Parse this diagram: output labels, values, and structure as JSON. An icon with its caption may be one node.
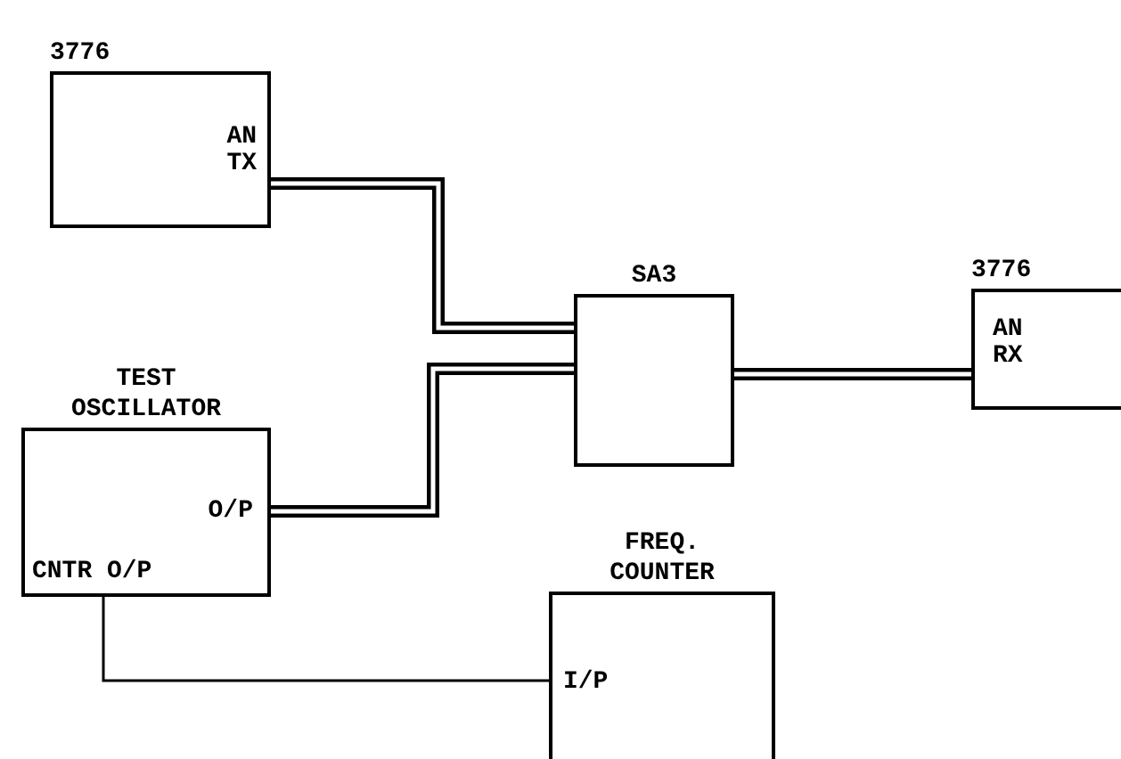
{
  "diagram": {
    "nodes": [
      {
        "text": [
          "3776",
          "AN TX"
        ]
      },
      {
        "text": [
          "SA3"
        ]
      },
      {
        "text": [
          "3776",
          "AN RX"
        ]
      },
      {
        "text": [
          "TEST OSCILLATOR",
          "O/P",
          "CNTR O/P"
        ]
      },
      {
        "text": [
          "FREQ. COUNTER",
          "I/P"
        ]
      }
    ],
    "edges": [
      {
        "from": 0,
        "to": 1,
        "arrow": "none"
      },
      {
        "from": 1,
        "to": 2,
        "arrow": "none"
      },
      {
        "from": 3,
        "to": 1,
        "arrow": "none"
      },
      {
        "from": 3,
        "to": 4,
        "arrow": "none"
      }
    ]
  }
}
